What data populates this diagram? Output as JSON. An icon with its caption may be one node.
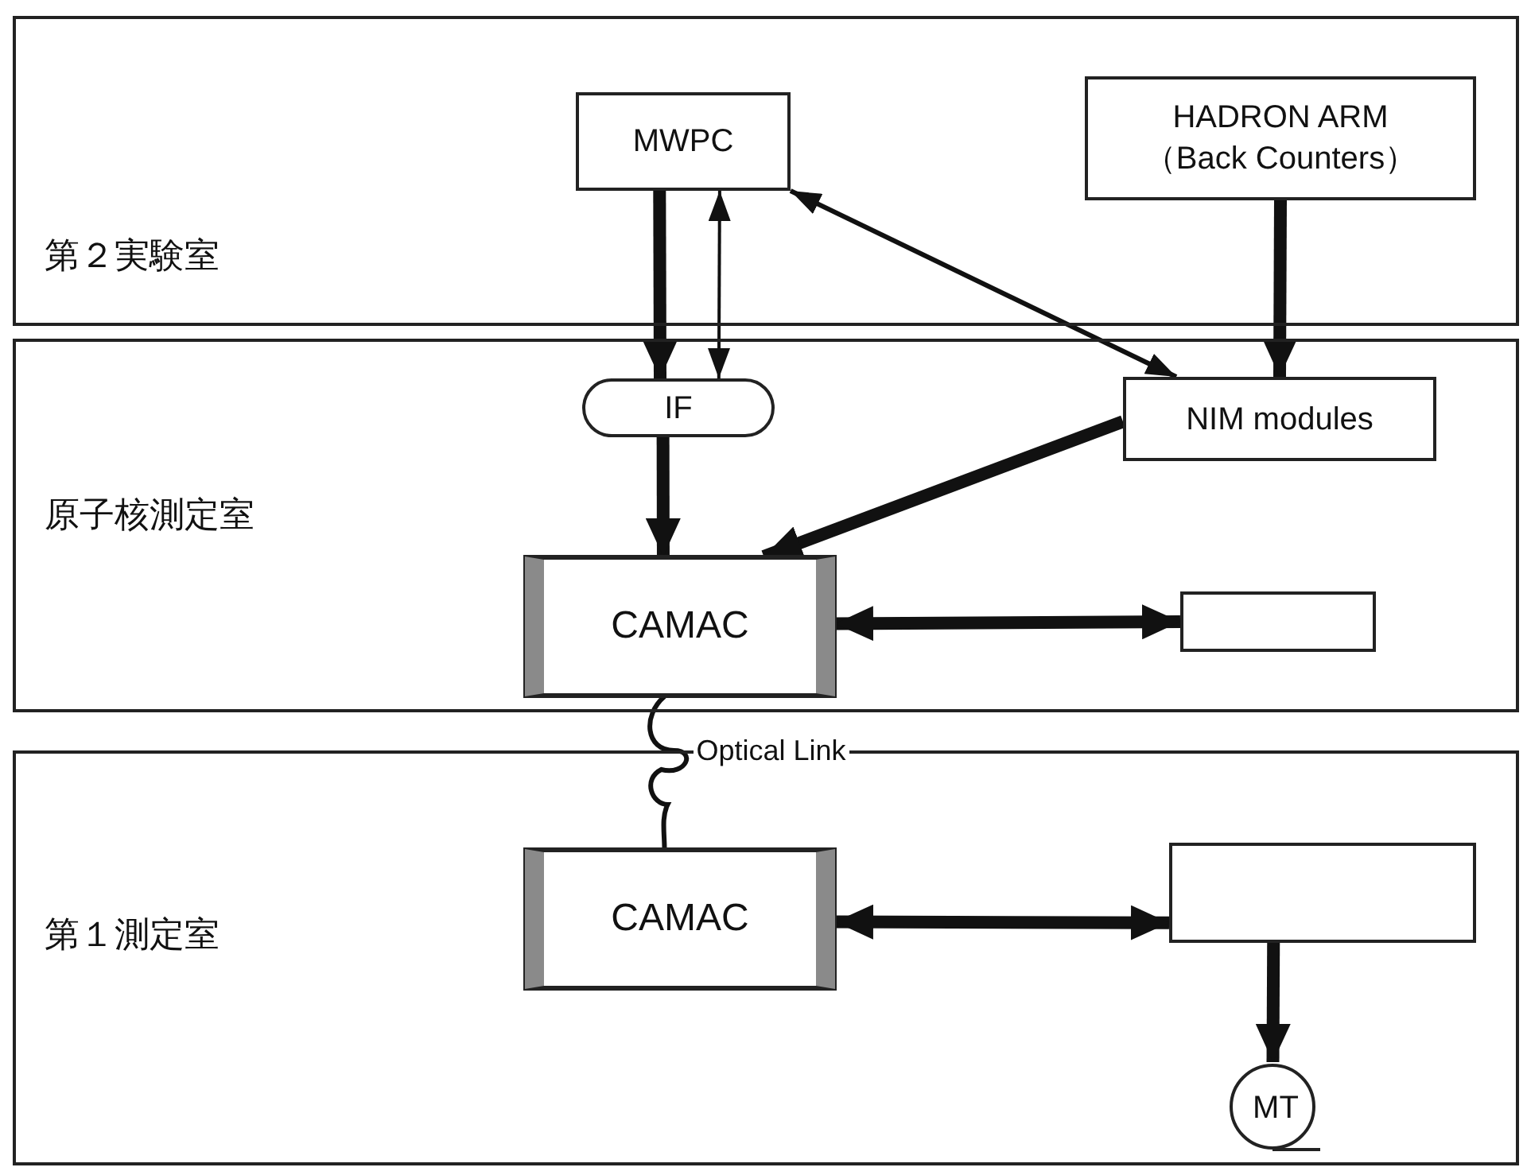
{
  "diagram": {
    "nodes": [
      {
        "text": [
          "第２実験室"
        ]
      },
      {
        "text": [
          "MWPC"
        ],
        "in": 0
      },
      {
        "text": [
          "HADRON ARM （Back Counters）"
        ],
        "in": 0
      },
      {
        "text": [
          "原子核測定室"
        ]
      },
      {
        "text": [
          "IF"
        ],
        "in": 3
      },
      {
        "text": [
          "NIM modules"
        ],
        "in": 3
      },
      {
        "text": [
          "CAMAC"
        ],
        "in": 3
      },
      {
        "text": [],
        "shape": "box",
        "in": 3
      },
      {
        "text": [
          "第１測定室"
        ]
      },
      {
        "text": [
          "CAMAC"
        ],
        "in": 8
      },
      {
        "text": [],
        "shape": "box",
        "in": 8
      },
      {
        "text": [
          "MT"
        ],
        "in": 8
      }
    ],
    "edges": [
      {
        "from": 1,
        "to": 4,
        "arrow": "to"
      },
      {
        "from": 4,
        "to": 1,
        "arrow": "both"
      },
      {
        "from": 5,
        "to": 1,
        "arrow": "both"
      },
      {
        "from": 2,
        "to": 5,
        "arrow": "to"
      },
      {
        "from": 4,
        "to": 6,
        "arrow": "to"
      },
      {
        "from": 5,
        "to": 6,
        "arrow": "to"
      },
      {
        "from": 6,
        "to": 7,
        "arrow": "both"
      },
      {
        "from": 6,
        "to": 9,
        "arrow": "none",
        "label": "Optical Link"
      },
      {
        "from": 9,
        "to": 10,
        "arrow": "both"
      },
      {
        "from": 10,
        "to": 11,
        "arrow": "to"
      }
    ]
  }
}
